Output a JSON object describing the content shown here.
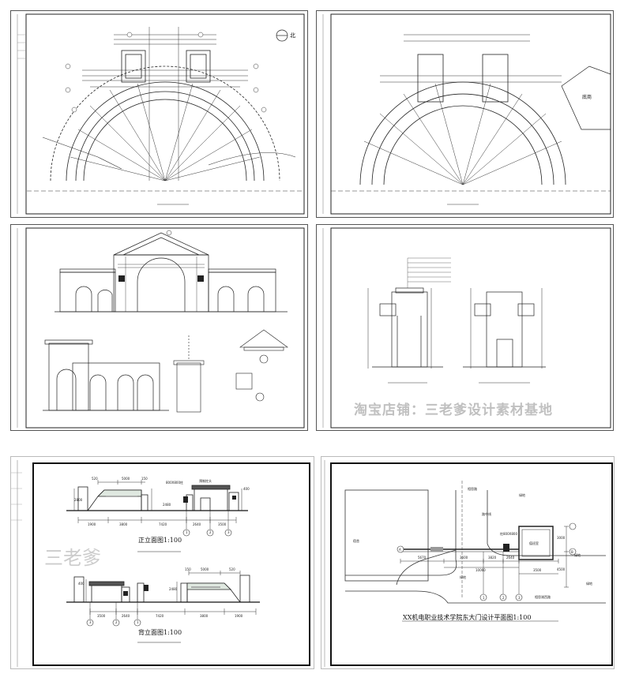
{
  "top_left": {
    "north_mark": "北"
  },
  "top_right": {
    "plaza_label": "底商"
  },
  "bottom_left": {
    "front_title": "正立面图1:100",
    "back_title": "背立面图1:100",
    "watermark": "三老爹",
    "front_dims": [
      "1900",
      "3800",
      "7420",
      "2640",
      "3500"
    ],
    "front_top_dims": [
      "520",
      "5000",
      "150"
    ],
    "back_dims": [
      "3500",
      "2640",
      "7420",
      "3800",
      "1900"
    ],
    "back_top_dims": [
      "150",
      "5000",
      "520"
    ],
    "front_axes": [
      "1",
      "2",
      "3"
    ],
    "back_axes": [
      "3",
      "2",
      "1"
    ],
    "front_notes": [
      "800X800柱",
      "预制柱头"
    ],
    "front_heights": [
      "2800",
      "2480",
      "400"
    ],
    "back_heights": [
      "400",
      "2480"
    ]
  },
  "bottom_right": {
    "title": "XX机电职业技术学院东大门设计平面图1:100",
    "road_top": "相思路",
    "road_bottom": "相思湖西路",
    "dorm": "宿舍",
    "guard": "值班室",
    "green_1": "绿地",
    "green_2": "绿地",
    "green_3": "绿地",
    "green_4": "绿地",
    "plan_dims": [
      "5670",
      "3600",
      "3820",
      "2640",
      "10060",
      "3500"
    ],
    "right_dims": [
      "3000",
      "4500"
    ],
    "axis_a": "A",
    "axis_b": "B",
    "axes_bottom": [
      "1",
      "2",
      "3"
    ],
    "note_1": "路中线",
    "note_2": "柱800X800"
  },
  "watermark_mid": "淘宝店铺：三老爹设计素材基地"
}
